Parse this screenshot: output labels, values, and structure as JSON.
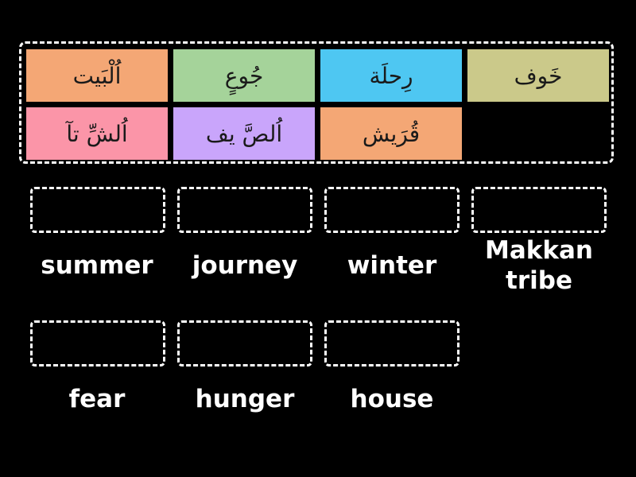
{
  "tiles": [
    {
      "text": "اُلْبَيت",
      "color": "#f4a775"
    },
    {
      "text": "جُوعٍ",
      "color": "#a5d39a"
    },
    {
      "text": "رِحلَة",
      "color": "#4ec7f2"
    },
    {
      "text": "خَوف",
      "color": "#cbc98a"
    },
    {
      "text": "اُلشِّ تآ",
      "color": "#fb95a8"
    },
    {
      "text": "اُلصَّ يف",
      "color": "#c9a5fb"
    },
    {
      "text": "قُرَيش",
      "color": "#f4a775"
    }
  ],
  "targets": [
    {
      "label": "summer"
    },
    {
      "label": "journey"
    },
    {
      "label": "winter"
    },
    {
      "label": "Makkan tribe"
    },
    {
      "label": "fear"
    },
    {
      "label": "hunger"
    },
    {
      "label": "house"
    }
  ]
}
